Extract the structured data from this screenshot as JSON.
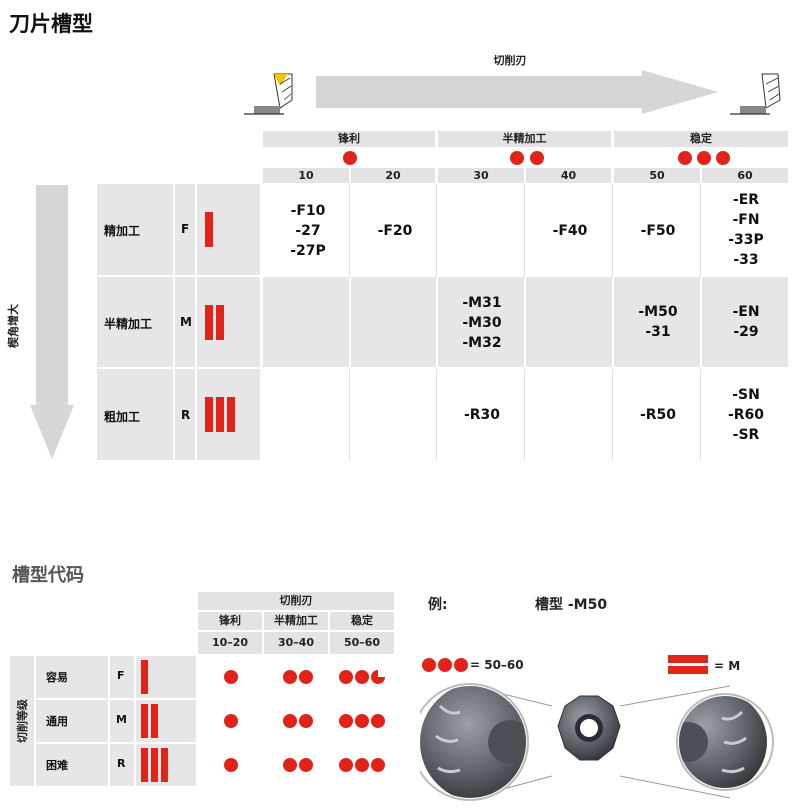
{
  "main_title": "刀片槽型",
  "edge_label": "切削刃",
  "angle_label": "楔角增大",
  "edge_groups": [
    "锋利",
    "半精加工",
    "稳定"
  ],
  "scale": [
    "10",
    "20",
    "30",
    "40",
    "50",
    "60"
  ],
  "rows": [
    {
      "label": "精加工",
      "code": "F"
    },
    {
      "label": "半精加工",
      "code": "M"
    },
    {
      "label": "粗加工",
      "code": "R"
    }
  ],
  "cells": {
    "f10": "-F10\n-27\n-27P",
    "f20": "-F20",
    "f40": "-F40",
    "f50": "-F50",
    "f60": "-ER\n-FN\n-33P\n-33",
    "m30": "-M31\n-M30\n-M32",
    "m50": "-M50\n-31",
    "m60": "-EN\n-29",
    "r30": "-R30",
    "r50": "-R50",
    "r60": "-SN\n-R60\n-SR"
  },
  "code_title": "槽型代码",
  "code_table": {
    "header": "切削刃",
    "cols": [
      "锋利",
      "半精加工",
      "稳定"
    ],
    "ranges": [
      "10–20",
      "30–40",
      "50–60"
    ],
    "side_label": "切削等级",
    "rows": [
      {
        "label": "容易",
        "code": "F"
      },
      {
        "label": "通用",
        "code": "M"
      },
      {
        "label": "困难",
        "code": "R"
      }
    ]
  },
  "example": {
    "label": "例:",
    "title": "槽型 -M50",
    "dots_text": "= 50–60",
    "bar_text": "= M"
  },
  "colors": {
    "accent": "#e2231a",
    "cell": "#e6e6e6",
    "header": "#e3e3e3",
    "arrow": "#d6d6d6"
  }
}
